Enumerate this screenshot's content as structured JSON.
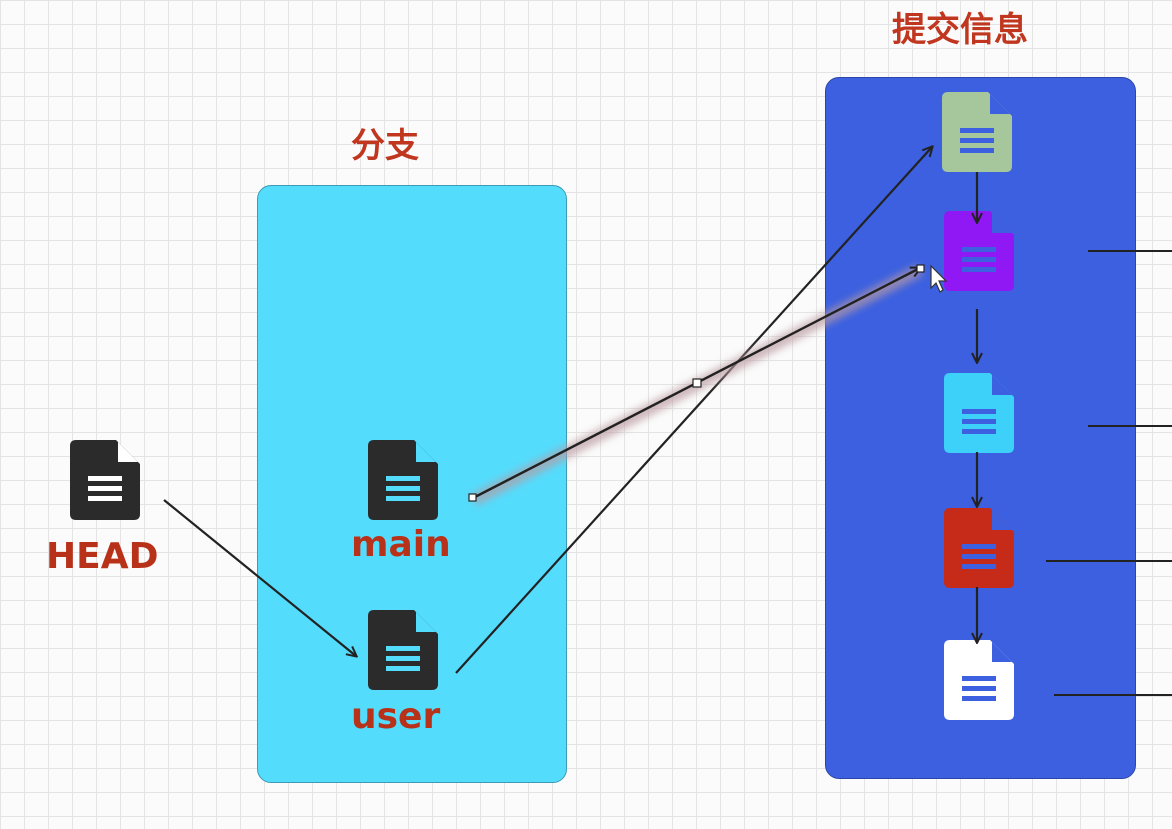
{
  "titles": {
    "branches": "分支",
    "commits": "提交信息"
  },
  "labels": {
    "head": "HEAD",
    "main": "main",
    "user": "user"
  },
  "colors": {
    "title_red": "#c0361f",
    "branch_panel": "#54dcfd",
    "commit_panel": "#3c60e0",
    "dark_icon": "#2b2b2b",
    "commit_green": "#a6c69b",
    "commit_purple": "#8f18f5",
    "commit_cyan": "#3dd0f9",
    "commit_red": "#c62a18",
    "commit_white": "#ffffff"
  },
  "commits": [
    {
      "color_key": "commit_green",
      "icon": "file-document-icon"
    },
    {
      "color_key": "commit_purple",
      "icon": "file-document-icon"
    },
    {
      "color_key": "commit_cyan",
      "icon": "file-document-icon"
    },
    {
      "color_key": "commit_red",
      "icon": "file-document-icon"
    },
    {
      "color_key": "commit_white",
      "icon": "file-document-icon"
    }
  ]
}
